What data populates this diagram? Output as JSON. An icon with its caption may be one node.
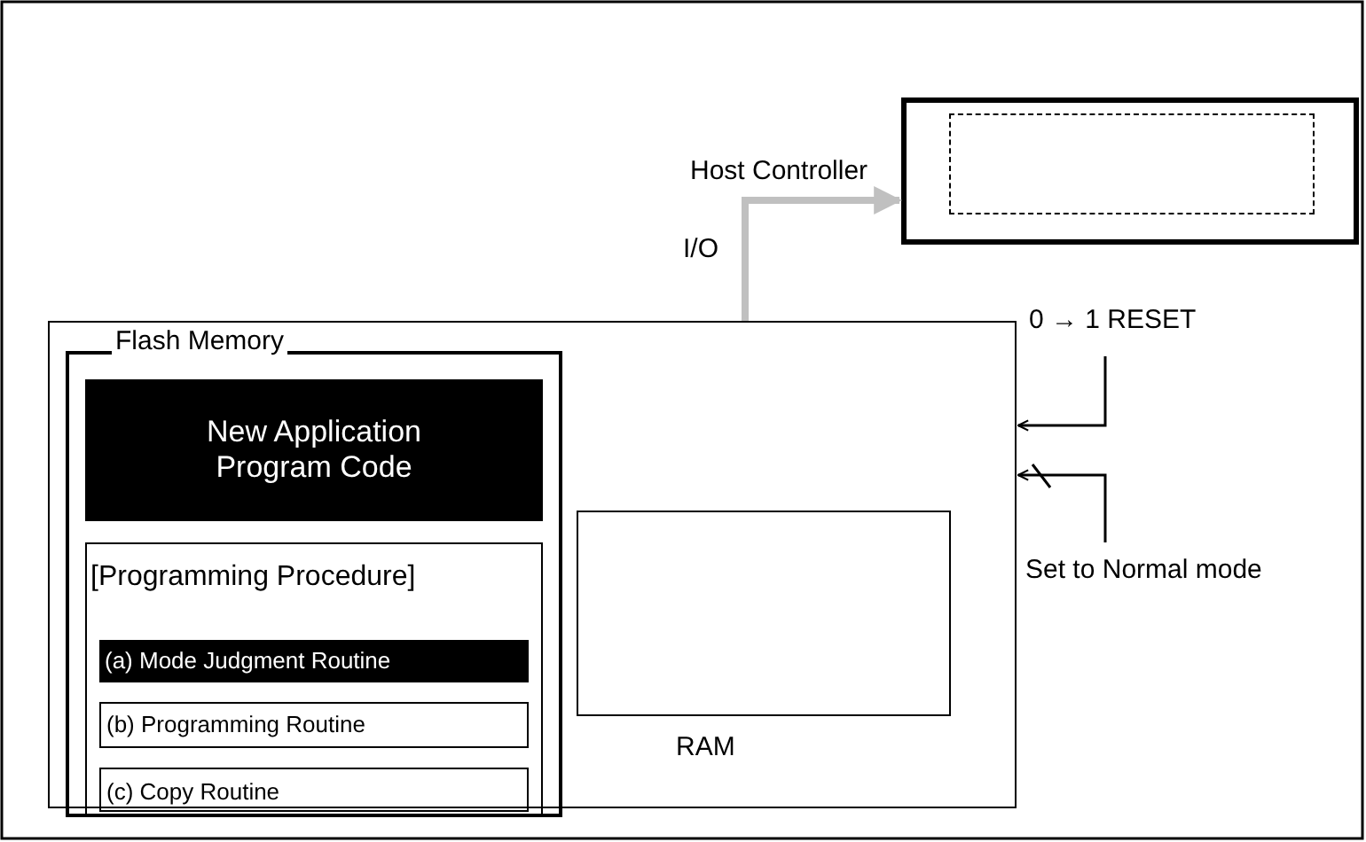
{
  "diagram": {
    "nodes": [
      {
        "text": [
          "Host Controller"
        ]
      },
      {
        "text": [],
        "shape": "box",
        "in": 0
      },
      {
        "text": [],
        "shape": "box"
      },
      {
        "text": [
          "Flash Memory"
        ],
        "in": 2
      },
      {
        "text": [
          "New Application Program Code"
        ],
        "in": 3
      },
      {
        "text": [
          "[Programming Procedure]"
        ],
        "in": 3
      },
      {
        "text": [
          "(a) Mode Judgment Routine"
        ],
        "in": 5
      },
      {
        "text": [
          "(b) Programming Routine"
        ],
        "in": 5
      },
      {
        "text": [
          "(c) Copy Routine"
        ],
        "in": 5
      },
      {
        "text": [
          "RAM"
        ],
        "in": 2
      },
      {
        "text": [
          "0 → 1 RESET"
        ]
      },
      {
        "text": [
          "Set to Normal mode"
        ]
      }
    ],
    "edges": [
      {
        "from": 2,
        "to": 0,
        "arrow": "to",
        "label": "I/O",
        "style": "thick",
        "color": "#c0c0c0"
      },
      {
        "from": 10,
        "to": 2,
        "arrow": "to"
      },
      {
        "from": 11,
        "to": 2,
        "arrow": "to"
      }
    ]
  }
}
